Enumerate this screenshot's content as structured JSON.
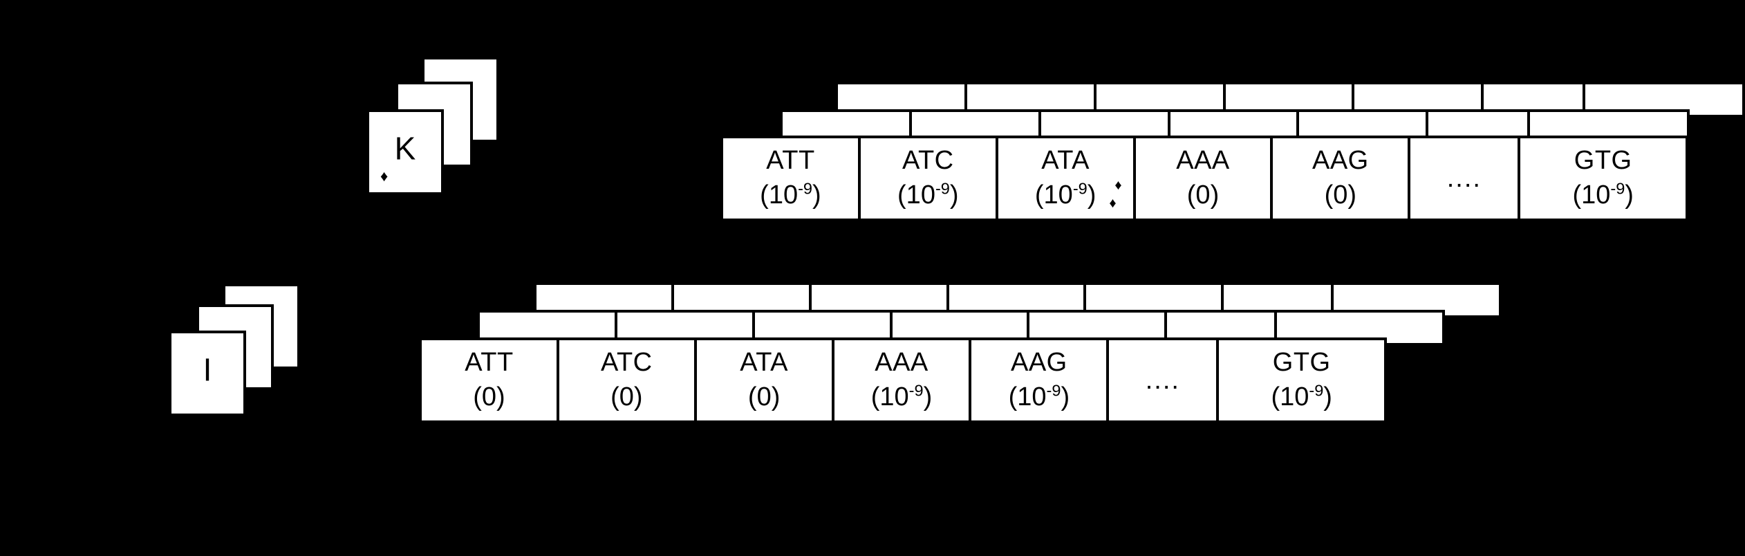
{
  "figure": {
    "background_color": "#000000",
    "foreground_color": "#ffffff",
    "ink_color": "#000000"
  },
  "rows": [
    {
      "id": "row-k",
      "card": {
        "rank": "K",
        "suit_symbol": "♦",
        "suit_name": "diamond",
        "stack_depth": 3
      },
      "table": {
        "stack_depth": 3,
        "columns": [
          {
            "codon": "ATT",
            "value": "(10",
            "exponent": "-9",
            "value_suffix": ")",
            "value_text": "(10⁻⁹)"
          },
          {
            "codon": "ATC",
            "value": "(10",
            "exponent": "-9",
            "value_suffix": ")",
            "value_text": "(10⁻⁹)"
          },
          {
            "codon": "ATA",
            "value": "(10",
            "exponent": "-9",
            "value_suffix": ")",
            "value_text": "(10⁻⁹)"
          },
          {
            "codon": "AAA",
            "value": "(0",
            "exponent": "",
            "value_suffix": ")",
            "value_text": "(0)"
          },
          {
            "codon": "AAG",
            "value": "(0",
            "exponent": "",
            "value_suffix": ")",
            "value_text": "(0)"
          },
          {
            "codon": "",
            "value": "",
            "exponent": "",
            "value_suffix": "",
            "value_text": "",
            "ellipsis": "...."
          },
          {
            "codon": "GTG",
            "value": "(10",
            "exponent": "-9",
            "value_suffix": ")",
            "value_text": "(10⁻⁹)"
          }
        ],
        "stray_suits": [
          "♦",
          "♦"
        ]
      }
    },
    {
      "id": "row-i",
      "card": {
        "rank": "I",
        "suit_symbol": "",
        "suit_name": "none",
        "stack_depth": 3
      },
      "table": {
        "stack_depth": 3,
        "columns": [
          {
            "codon": "ATT",
            "value": "(0",
            "exponent": "",
            "value_suffix": ")",
            "value_text": "(0)"
          },
          {
            "codon": "ATC",
            "value": "(0",
            "exponent": "",
            "value_suffix": ")",
            "value_text": "(0)"
          },
          {
            "codon": "ATA",
            "value": "(0",
            "exponent": "",
            "value_suffix": ")",
            "value_text": "(0)"
          },
          {
            "codon": "AAA",
            "value": "(10",
            "exponent": "-9",
            "value_suffix": ")",
            "value_text": "(10⁻⁹)"
          },
          {
            "codon": "AAG",
            "value": "(10",
            "exponent": "-9",
            "value_suffix": ")",
            "value_text": "(10⁻⁹)"
          },
          {
            "codon": "",
            "value": "",
            "exponent": "",
            "value_suffix": "",
            "value_text": "",
            "ellipsis": "...."
          },
          {
            "codon": "GTG",
            "value": "(10",
            "exponent": "-9",
            "value_suffix": ")",
            "value_text": "(10⁻⁹)"
          }
        ],
        "stray_suits": []
      }
    }
  ]
}
